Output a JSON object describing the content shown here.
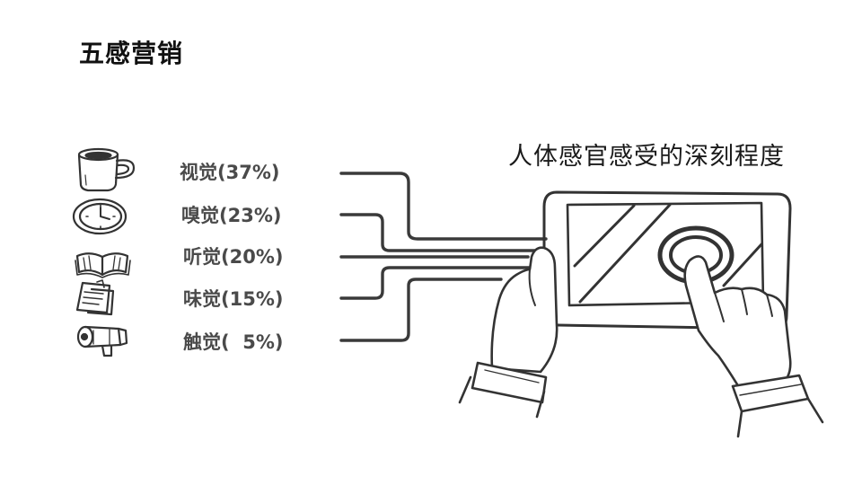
{
  "title": "五感营销",
  "subtitle": "人体感官感受的深刻程度",
  "senses": [
    {
      "label": "视觉(37%)",
      "icon": "coffee-cup-icon",
      "percent": 37
    },
    {
      "label": "嗅觉(23%)",
      "icon": "clock-icon",
      "percent": 23
    },
    {
      "label": "听觉(20%)",
      "icon": "open-book-icon",
      "percent": 20
    },
    {
      "label": "味觉(15%)",
      "icon": "sticky-notes-icon",
      "percent": 15
    },
    {
      "label": "触觉(  5%)",
      "icon": "megaphone-icon",
      "percent": 5
    }
  ],
  "colors": {
    "ink": "#333333",
    "label": "#4a4a4a",
    "title": "#111111"
  }
}
